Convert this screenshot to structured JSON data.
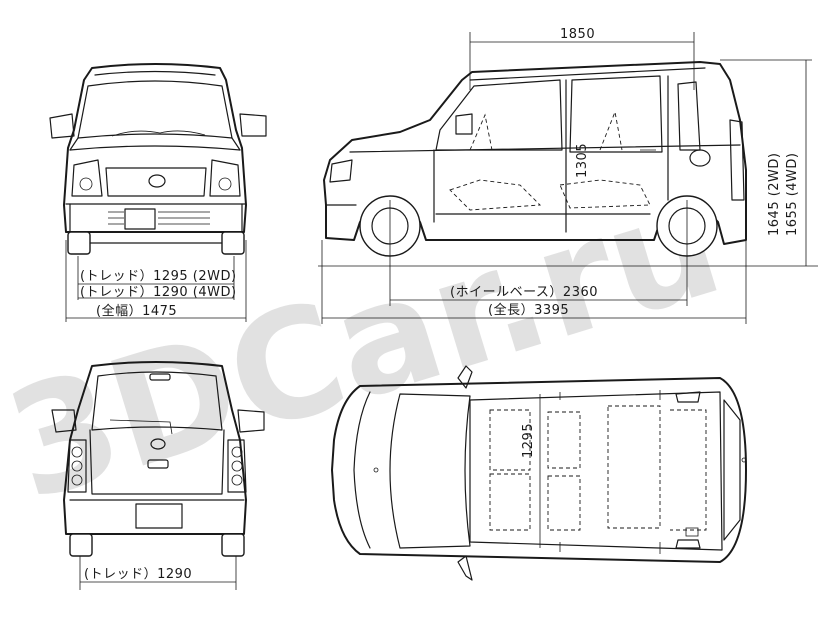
{
  "watermark": {
    "text": "3DCar.ru",
    "color": "#c8c8c8"
  },
  "dimensions": {
    "front_tread_2wd": "(トレッド）1295 (2WD)",
    "front_tread_4wd": "(トレッド）1290 (4WD)",
    "overall_width": "(全幅）1475",
    "interior_length": "1850",
    "interior_height": "1305",
    "overall_height_2wd": "1645 (2WD)",
    "overall_height_4wd": "1655 (4WD)",
    "wheelbase": "(ホイールベース）2360",
    "overall_length": "(全長）3395",
    "interior_width": "1295",
    "rear_tread": "(トレッド）1290"
  },
  "colors": {
    "line": "#1a1a1a",
    "background": "#ffffff"
  }
}
